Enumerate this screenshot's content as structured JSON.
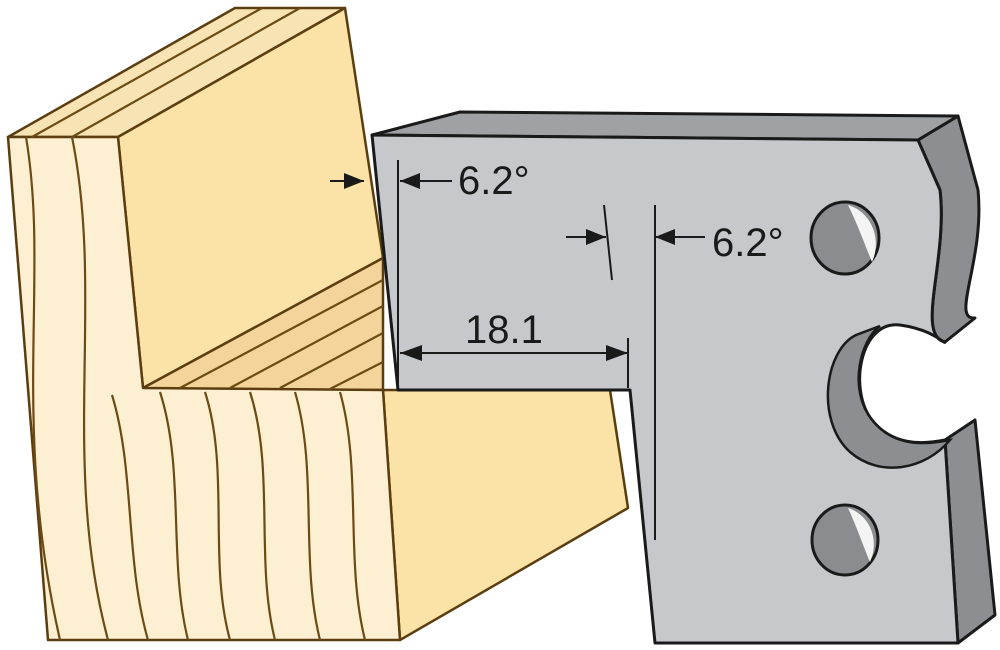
{
  "figure": {
    "dimensions": {
      "top_angle": "6.2°",
      "right_angle": "6.2°",
      "depth": "18.1"
    },
    "colors": {
      "wood_face": "#fbe2a6",
      "wood_front": "#fdf0d2",
      "wood_top": "#f8e3b4",
      "wood_edge": "#5b3d10",
      "knife_face": "#c6c8cc",
      "knife_edge": "#8c8e92",
      "knife_hole": "#8a8c90",
      "line": "#1a1a1a"
    }
  }
}
